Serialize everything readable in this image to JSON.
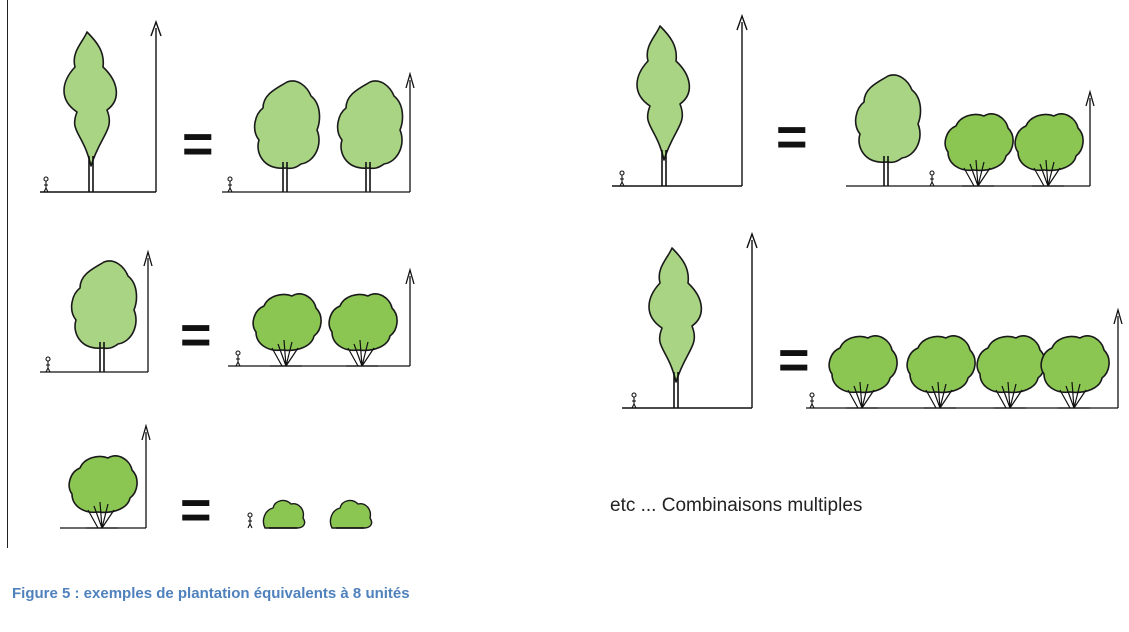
{
  "diagram": {
    "equals_sign": "=",
    "note_text": "etc ...  Combinaisons multiples",
    "caption": "Figure 5 : exemples de plantation équivalents à 8 unités",
    "colors": {
      "foliage_light": "#a9d483",
      "foliage_medium": "#8bc653",
      "foliage_dark": "#6db33f",
      "ink": "#111111",
      "caption_blue": "#4f81bd"
    },
    "equivalences": [
      {
        "id": "eq1",
        "left": "1 large tree",
        "right": "2 medium trees"
      },
      {
        "id": "eq2",
        "left": "1 medium tree",
        "right": "2 shrubs"
      },
      {
        "id": "eq3",
        "left": "1 shrub",
        "right": "2 small bushes"
      },
      {
        "id": "eq4",
        "left": "1 large tree",
        "right": "1 medium tree + 2 shrubs"
      },
      {
        "id": "eq5",
        "left": "1 large tree",
        "right": "4 shrubs"
      }
    ]
  }
}
